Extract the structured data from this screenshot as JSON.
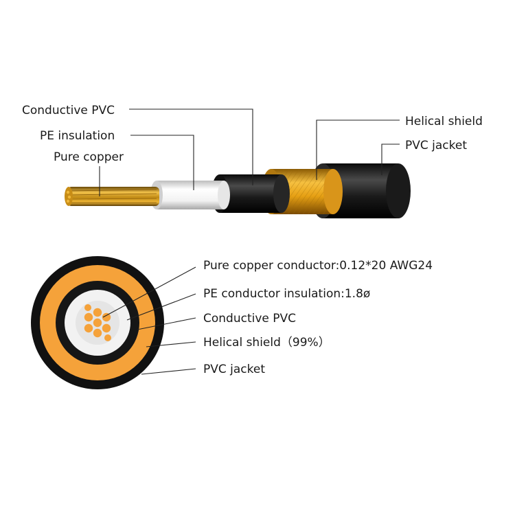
{
  "upper_labels": {
    "conductive_pvc": "Conductive PVC",
    "pe_insulation": "PE insulation",
    "pure_copper": "Pure copper",
    "helical_shield": "Helical shield",
    "pvc_jacket": "PVC jacket"
  },
  "lower_labels": {
    "conductor": "Pure copper conductor:0.12*20 AWG24",
    "insulation": "PE conductor insulation:1.8ø",
    "conductive_pvc": "Conductive PVC",
    "shield": "Helical shield（99%）",
    "jacket": "PVC jacket"
  },
  "colors": {
    "copper": "#e0a020",
    "insulation_white": "#f4f4f4",
    "conductive_black": "#1c1c1c",
    "shield_gold": "#e8a418",
    "jacket_black": "#141414",
    "cross_section_orange": "#f5a23a"
  }
}
